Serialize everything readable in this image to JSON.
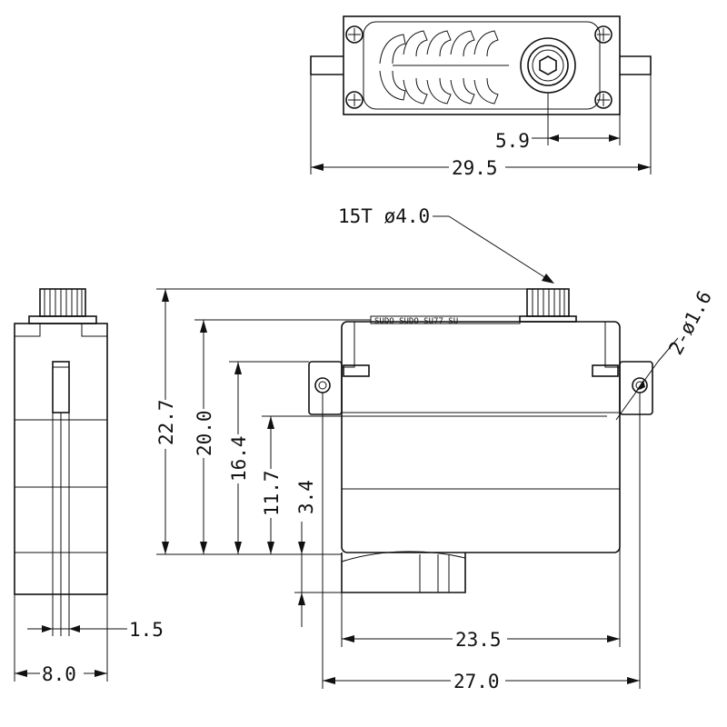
{
  "top_view": {
    "width_label": "29.5",
    "shaft_offset_label": "5.9"
  },
  "side_view": {
    "overall_height_label": "22.7",
    "case_height_label": "20.0",
    "tab_height_label": "16.4",
    "mount_hole_height_label": "11.7",
    "bottom_height_label": "3.4",
    "case_width_label": "23.5",
    "tab_span_label": "27.0",
    "spline_label": "15T ø4.0",
    "hole_label": "2-ø1.6",
    "case_marking": "SUDO SUDO SU77 SU"
  },
  "end_view": {
    "width_label": "8.0",
    "tab_thickness_label": "1.5"
  }
}
